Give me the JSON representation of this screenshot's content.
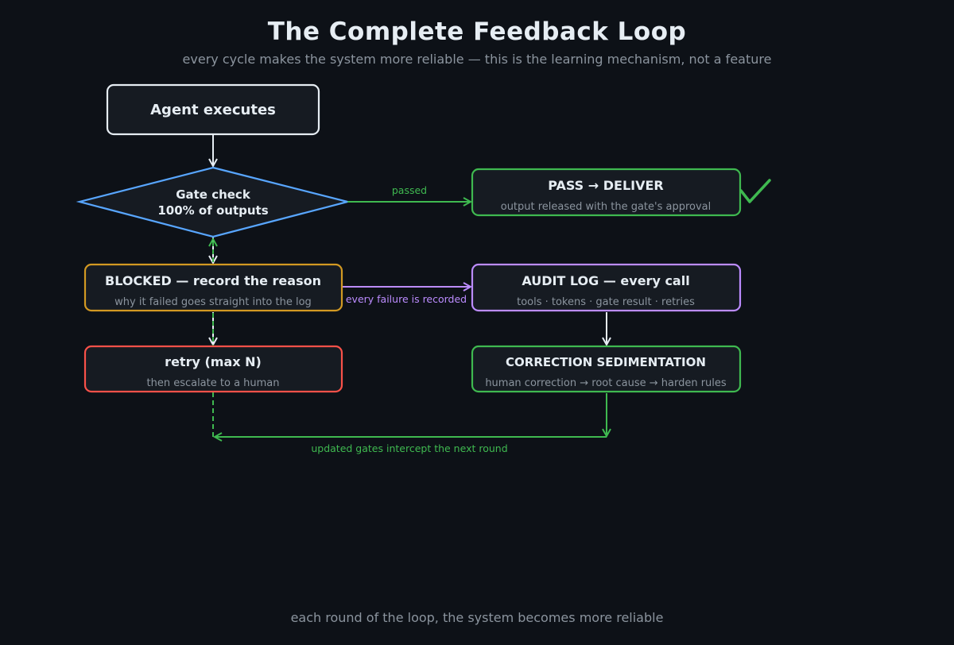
{
  "title": "The Complete Feedback Loop",
  "subtitle": "every cycle makes the system more reliable — this is the learning mechanism, not a feature",
  "footer": "each round of the loop, the system becomes more reliable",
  "colors": {
    "background": "#0d1117",
    "node_fill": "#161b22",
    "white": "#e6edf3",
    "blue": "#58a6ff",
    "green": "#3fb950",
    "orange": "#d29922",
    "purple": "#bc8cff",
    "red": "#f85149",
    "muted": "#8b949e"
  },
  "nodes": {
    "agent": {
      "label": "Agent executes"
    },
    "gate": {
      "line1": "Gate check",
      "line2": "100% of outputs"
    },
    "pass": {
      "label": "PASS → DELIVER",
      "sub": "output released with the gate's approval",
      "icon": "checkmark-icon"
    },
    "blocked": {
      "label": "BLOCKED — record the reason",
      "sub": "why it failed goes straight into the log"
    },
    "audit": {
      "label": "AUDIT LOG — every call",
      "sub": "tools · tokens · gate result · retries"
    },
    "retry": {
      "label": "retry (max N)",
      "sub": "then escalate to a human"
    },
    "correction": {
      "label": "CORRECTION SEDIMENTATION",
      "sub": "human correction → root cause → harden rules"
    }
  },
  "edges": {
    "passed": "passed",
    "every_failure": "every failure is recorded",
    "updated_gates": "updated gates intercept the next round"
  }
}
